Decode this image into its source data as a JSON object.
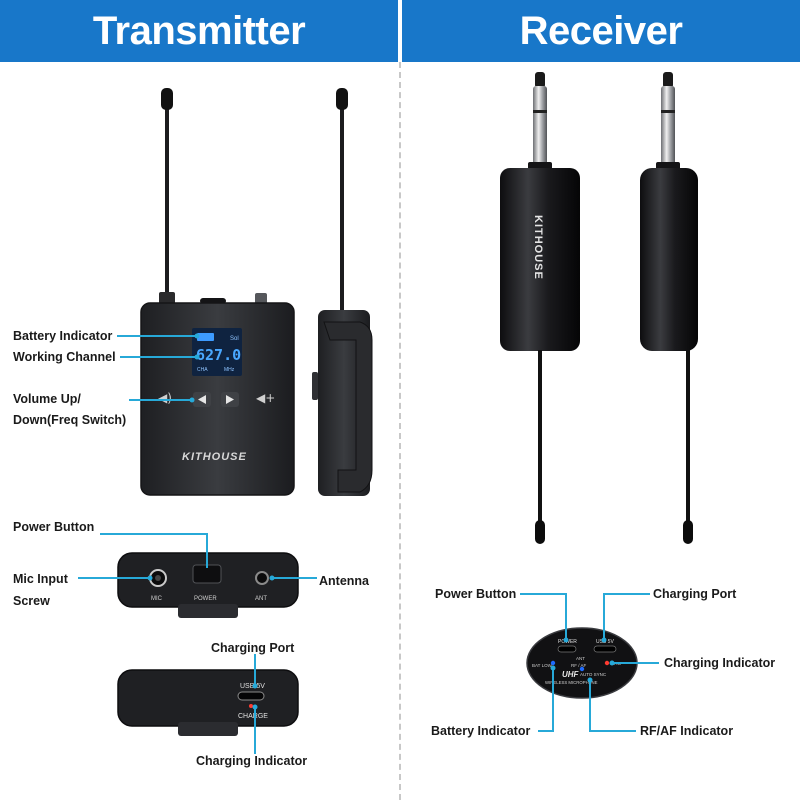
{
  "headers": {
    "transmitter": "Transmitter",
    "receiver": "Receiver"
  },
  "brand": "KITHOUSE",
  "transmitter": {
    "screen": {
      "channel_digits": "627.0",
      "unit_top": "Sol",
      "unit_left": "CHA",
      "unit_right": "MHz"
    },
    "labels": {
      "battery_indicator": "Battery Indicator",
      "working_channel": "Working Channel",
      "volume_line1": "Volume Up/",
      "volume_line2": "Down(Freq Switch)",
      "power_button": "Power Button",
      "mic_input_line1": "Mic Input",
      "mic_input_line2": "Screw",
      "antenna": "Antenna",
      "charging_port": "Charging Port",
      "charging_indicator": "Charging Indicator"
    },
    "port_text": {
      "mic": "MIC",
      "power": "POWER",
      "ant": "ANT",
      "usb": "USB 5V",
      "charge": "CHARGE"
    }
  },
  "receiver": {
    "labels": {
      "power_button": "Power Button",
      "charging_port": "Charging Port",
      "charging_indicator": "Charging Indicator",
      "battery_indicator": "Battery Indicator",
      "rf_af_indicator": "RF/AF Indicator"
    },
    "panel_text": {
      "power": "POWER",
      "usb": "USB 5V",
      "ant": "ANT",
      "rf_af": "RF / AF",
      "bat_low": "BAT LOW",
      "auto_sync": "AUTO SYNC",
      "chg": "CHG",
      "uhf": "UHF",
      "wireless": "WIRELESS MICROPHPNE"
    }
  },
  "colors": {
    "banner": "#1877c9",
    "callout": "#27a9d8",
    "device_body": "#2b2d30",
    "lcd": "#2f8df2"
  }
}
